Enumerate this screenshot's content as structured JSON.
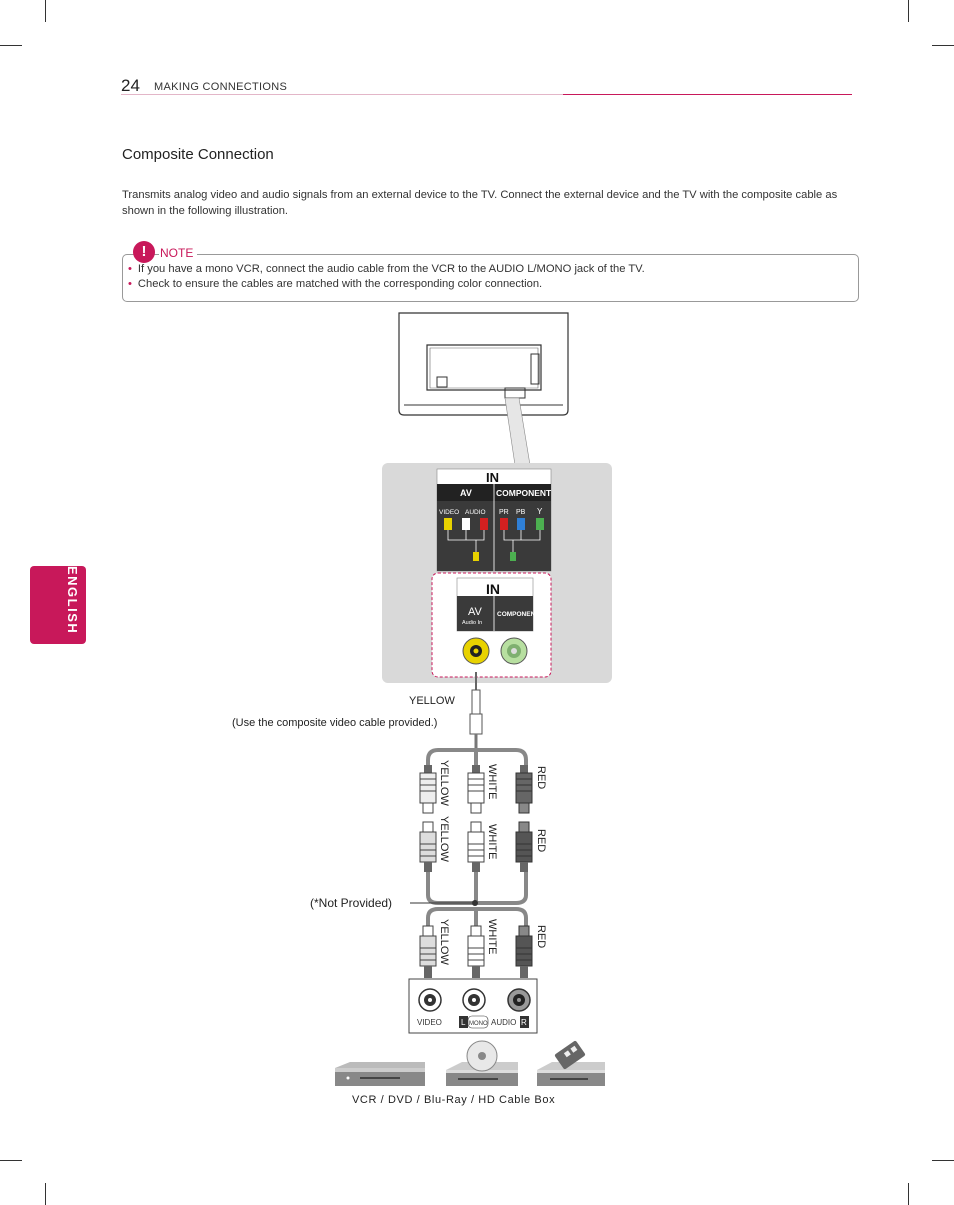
{
  "header": {
    "page_number": "24",
    "section": "MAKING CONNECTIONS"
  },
  "sidebar": {
    "language": "ENGLISH"
  },
  "section_title": "Composite Connection",
  "intro": "Transmits analog video and audio signals from an external device to the TV. Connect the external device and the TV with the composite cable as shown in the following illustration.",
  "note": {
    "badge": "!",
    "label": "NOTE",
    "items": [
      "If you have a mono VCR, connect the audio cable from the VCR to the AUDIO L/MONO jack of the TV.",
      "Check to ensure the cables are matched with the corresponding color connection."
    ]
  },
  "diagram": {
    "panel1": {
      "title": "IN",
      "av": "AV",
      "component": "COMPONENT",
      "video": "VIDEO",
      "audio": "AUDIO",
      "pr": "PR",
      "pb": "PB",
      "y": "Y"
    },
    "panel2": {
      "title": "IN",
      "av": "AV",
      "audio_in": "Audio In",
      "component": "COMPONENT"
    },
    "yellow_label": "YELLOW",
    "cable_note": "(Use the composite video cable provided.)",
    "not_provided": "(*Not Provided)",
    "connector_labels": {
      "yellow": "YELLOW",
      "white": "WHITE",
      "red": "RED"
    },
    "device_panel": {
      "video": "VIDEO",
      "l": "L",
      "mono": "MONO",
      "audio": "AUDIO",
      "r": "R"
    },
    "device_caption": "VCR  /  DVD / Blu-Ray / HD Cable Box"
  },
  "colors": {
    "accent": "#c8185a",
    "yellow": "#e8d200",
    "green": "#4caf50",
    "red": "#d32020",
    "blue": "#2f7fd6"
  }
}
